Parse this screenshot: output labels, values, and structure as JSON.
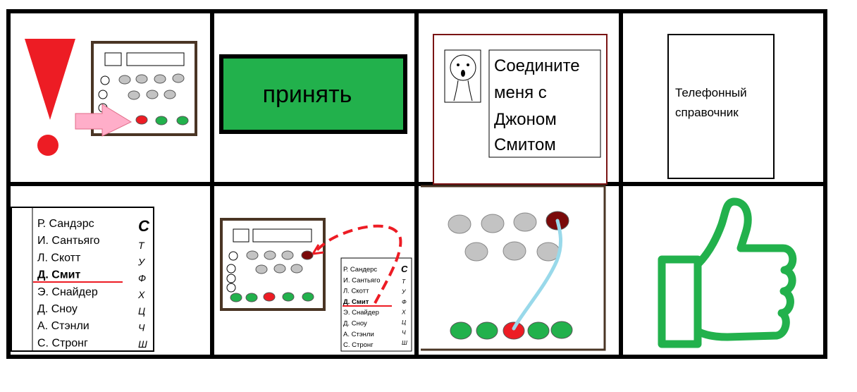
{
  "colors": {
    "frame": "#000000",
    "panel_border": "#4a3524",
    "card_border": "#7a1414",
    "alert_red": "#ed1c24",
    "accept_green": "#22b14c",
    "arrow_pink": "#ffaec9",
    "button_gray": "#c3c3c3",
    "active_red": "#ed1c24",
    "connected_dark": "#7a0a0a",
    "cable_blue": "#99d9ea",
    "thumb_green": "#22b14c"
  },
  "cells": {
    "alert": {
      "icon": "exclamation-icon",
      "device_icon": "switchboard-icon",
      "pointer_icon": "arrow-right-icon"
    },
    "accept": {
      "label": "принять"
    },
    "request": {
      "face_icon": "surprised-face-icon",
      "lines": [
        "Соедините",
        "меня с",
        "Джоном",
        "Смитом"
      ]
    },
    "phonebook": {
      "lines": [
        "Телефонный",
        "справочник"
      ]
    },
    "directory": {
      "names": [
        "Р. Сандэрс",
        "И. Сантьяго",
        "Л. Скотт",
        "Д. Смит",
        "Э. Снайдер",
        "Д. Сноу",
        "А. Стэнли",
        "С. Стронг"
      ],
      "highlighted_index": 3,
      "index_header": "С",
      "index_letters": [
        "Т",
        "У",
        "Ф",
        "Х",
        "Ц",
        "Ч",
        "Ш"
      ]
    },
    "lookup": {
      "device_icon": "switchboard-icon",
      "mini_directory": {
        "names": [
          "Р. Сандерс",
          "И. Сантьяго",
          "Л. Скотт",
          "Д. Смит",
          "Э. Снайдер",
          "Д. Сноу",
          "А. Стэнли",
          "С. Стронг"
        ],
        "highlighted_index": 3,
        "index_header": "С",
        "index_letters": [
          "Т",
          "У",
          "Ф",
          "Х",
          "Ц",
          "Ч",
          "Ш"
        ]
      },
      "pointer_icon": "dashed-arrow-icon"
    },
    "connect": {
      "device_icon": "switchboard-closeup-icon",
      "cable_icon": "patch-cable-icon"
    },
    "done": {
      "icon": "thumbs-up-icon"
    }
  }
}
